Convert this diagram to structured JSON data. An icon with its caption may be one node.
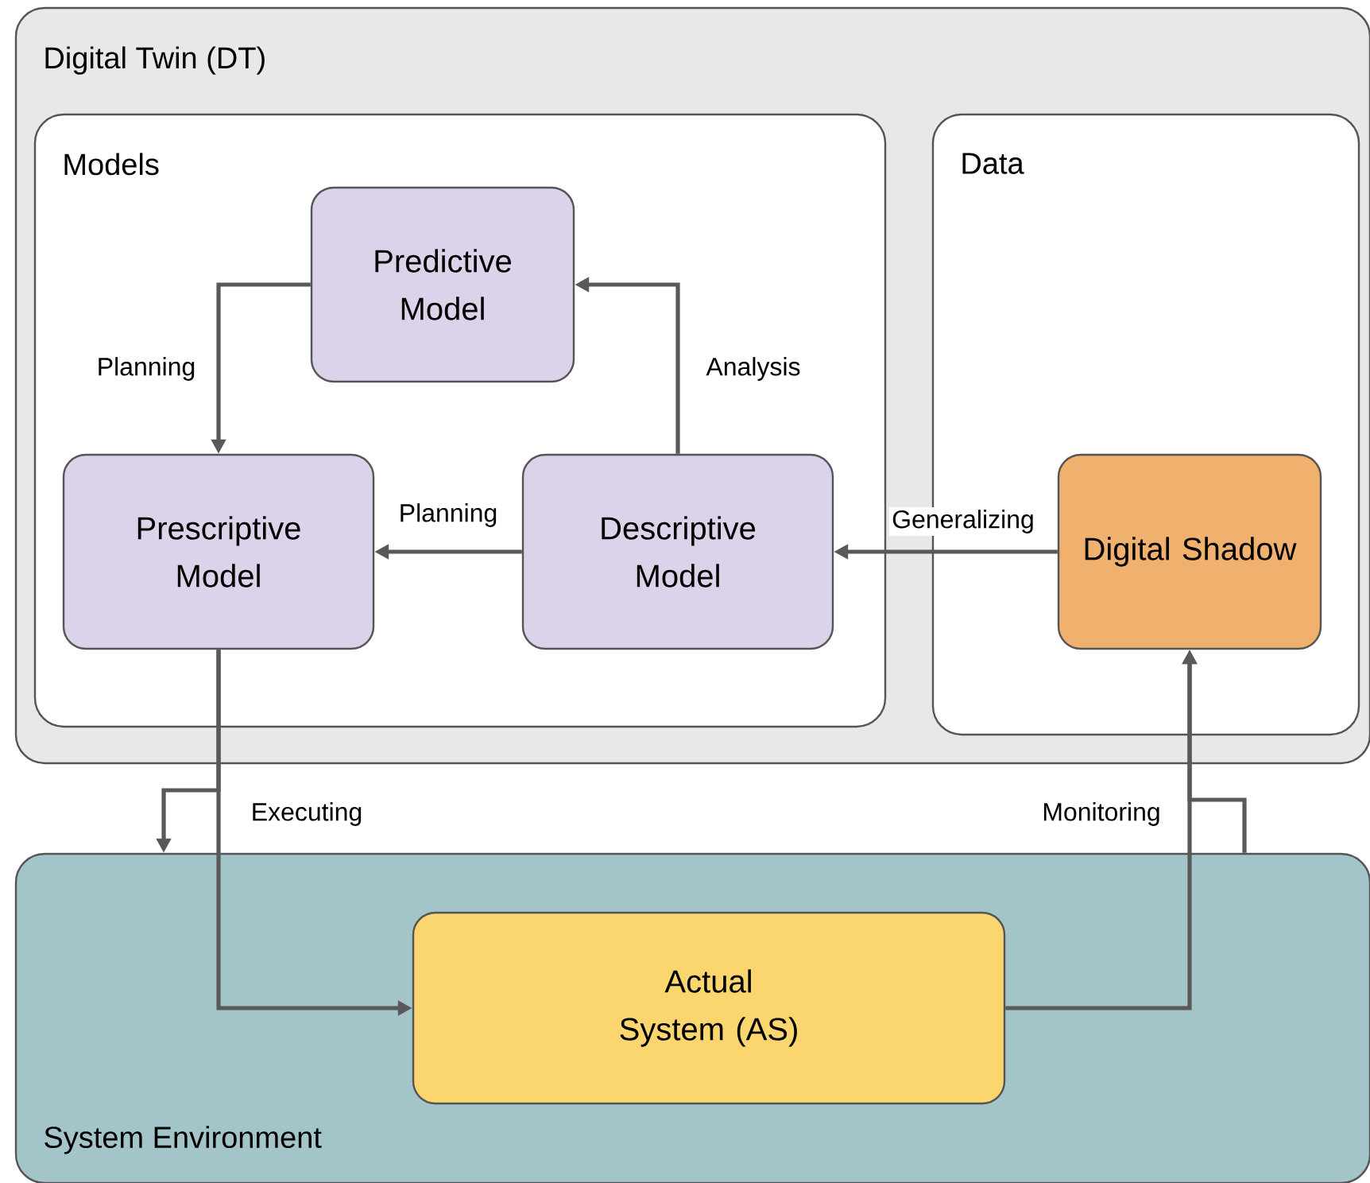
{
  "diagram": {
    "nodes": [
      {
        "text": [
          "Digital Twin (DT)"
        ]
      },
      {
        "text": [
          "Models"
        ],
        "in": 0
      },
      {
        "text": [
          "Data"
        ],
        "in": 0
      },
      {
        "text": [
          "Predictive Model"
        ],
        "in": 1
      },
      {
        "text": [
          "Prescriptive Model"
        ],
        "in": 1
      },
      {
        "text": [
          "Descriptive Model"
        ],
        "in": 1
      },
      {
        "text": [
          "Digital Shadow"
        ],
        "in": 2
      },
      {
        "text": [
          "System Environment"
        ]
      },
      {
        "text": [
          "Actual System (AS)"
        ],
        "in": 7
      }
    ],
    "edges": [
      {
        "from": 3,
        "to": 4,
        "arrow": "to",
        "label": "Planning"
      },
      {
        "from": 5,
        "to": 3,
        "arrow": "to",
        "label": "Analysis"
      },
      {
        "from": 5,
        "to": 4,
        "arrow": "to",
        "label": "Planning"
      },
      {
        "from": 6,
        "to": 5,
        "arrow": "to",
        "label": "Generalizing"
      },
      {
        "from": 4,
        "to": 8,
        "arrow": "to",
        "label": "Executing"
      },
      {
        "from": 8,
        "to": 6,
        "arrow": "to",
        "label": "Monitoring"
      },
      {
        "from": 4,
        "to": 7,
        "arrow": "to"
      },
      {
        "from": 7,
        "to": 6,
        "arrow": "to"
      }
    ]
  }
}
